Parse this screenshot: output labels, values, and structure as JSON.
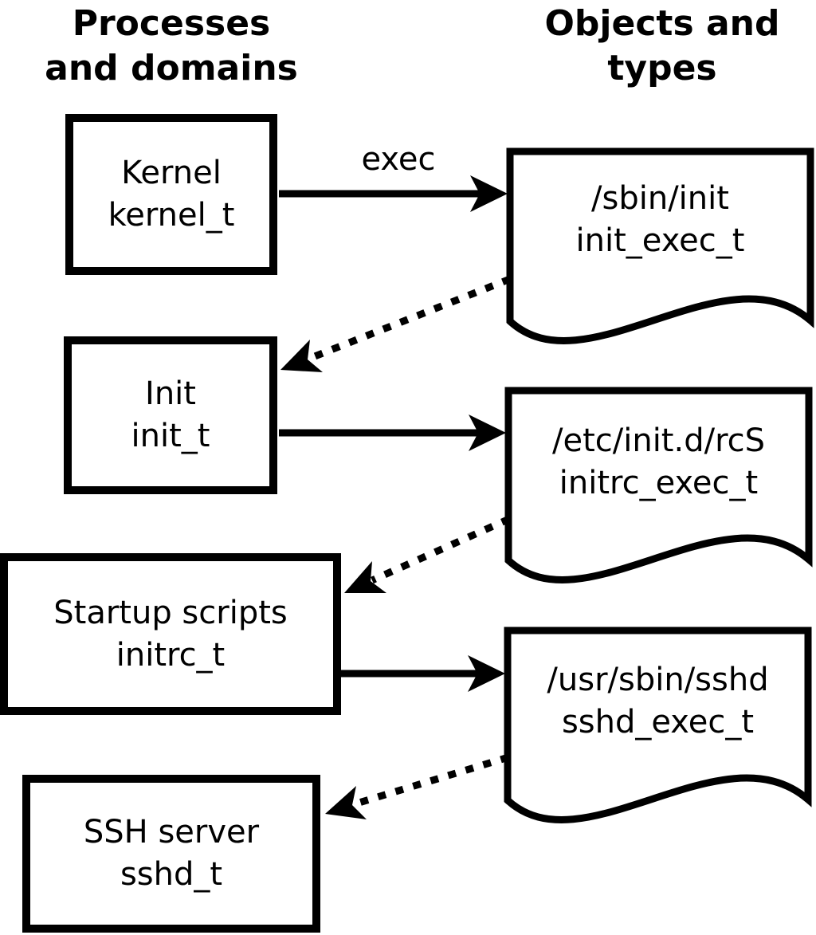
{
  "diagram": {
    "title_semantic": "SELinux domain transitions from kernel to sshd",
    "colors": {
      "foreground": "#000000",
      "background": "#ffffff"
    },
    "column_headers": [
      {
        "text": "Processes\nand domains"
      },
      {
        "text": "Objects and\ntypes"
      }
    ],
    "process_nodes": [
      {
        "name": "Kernel",
        "type": "kernel_t"
      },
      {
        "name": "Init",
        "type": "init_t"
      },
      {
        "name": "Startup scripts",
        "type": "initrc_t"
      },
      {
        "name": "SSH server",
        "type": "sshd_t"
      }
    ],
    "object_nodes": [
      {
        "path": "/sbin/init",
        "type": "init_exec_t"
      },
      {
        "path": "/etc/init.d/rcS",
        "type": "initrc_exec_t"
      },
      {
        "path": "/usr/sbin/sshd",
        "type": "sshd_exec_t"
      }
    ],
    "edges": [
      {
        "from": "kernel_t",
        "to": "init_exec_t",
        "label": "exec",
        "style": "solid"
      },
      {
        "from": "init_exec_t",
        "to": "init_t",
        "label": "",
        "style": "dotted"
      },
      {
        "from": "init_t",
        "to": "initrc_exec_t",
        "label": "",
        "style": "solid"
      },
      {
        "from": "initrc_exec_t",
        "to": "initrc_t",
        "label": "",
        "style": "dotted"
      },
      {
        "from": "initrc_t",
        "to": "sshd_exec_t",
        "label": "",
        "style": "solid"
      },
      {
        "from": "sshd_exec_t",
        "to": "sshd_t",
        "label": "",
        "style": "dotted"
      }
    ]
  }
}
